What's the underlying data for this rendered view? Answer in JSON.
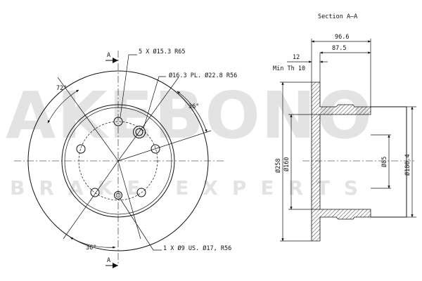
{
  "watermark": {
    "brand": "AKEBONO",
    "tagline": "BRAKE EXPERTS"
  },
  "section_title": "Section A–A",
  "section_marker": "A",
  "front_view": {
    "bolt_label": "5 X Ø15.3   R65",
    "hub_label": "Ø16.3 PL. Ø22.8 R56",
    "angle_72": "72°",
    "angle_36_right": "36°",
    "angle_36_bottom": "36°",
    "small_hole_label": "1 X Ø9 US. Ø17, R56"
  },
  "section_view": {
    "dim_96_6": "96.6",
    "dim_87_5": "87.5",
    "dim_12": "12",
    "min_thickness": "Min Th 10",
    "dia_258": "Ø258",
    "dia_160": "Ø160",
    "dia_85": "Ø85",
    "dia_180_4": "Ø180.4"
  }
}
